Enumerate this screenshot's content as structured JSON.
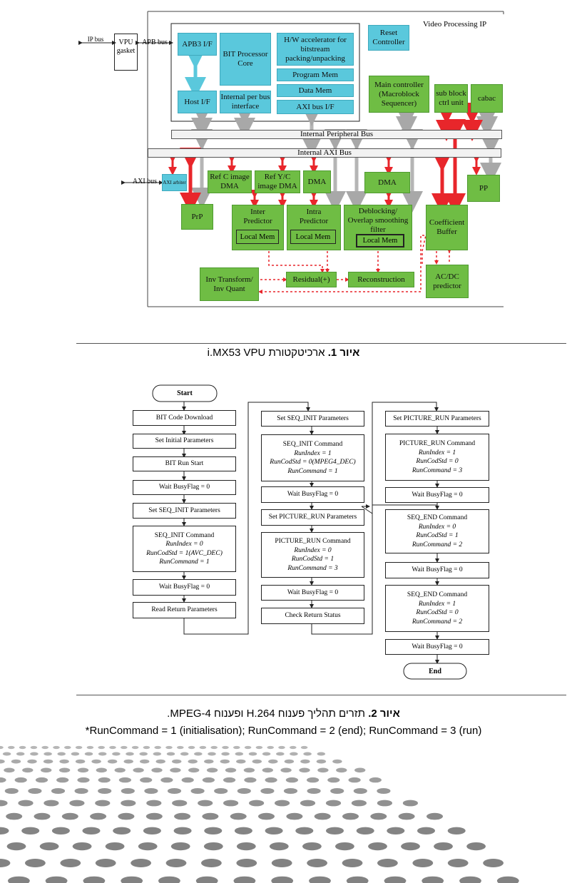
{
  "figure1": {
    "ip_title": "Video Processing IP",
    "left_labels": {
      "ip_bus": "IP bus",
      "apb_bus": "APB bus",
      "vpu_gasket": "VPU gasket",
      "axi_bus": "AXI bus",
      "axi_arbiter": "AXI arbiter"
    },
    "bit_blocks": {
      "apb3": "APB3 I/F",
      "bit_core": "BIT Processor Core",
      "hw_accel": "H/W accelerator for bitstream packing/unpacking",
      "program_mem": "Program Mem",
      "data_mem": "Data Mem",
      "axi_if": "AXI bus I/F",
      "host_if": "Host I/F",
      "internal_per": "Internal per bus interface"
    },
    "reset_controller": "Reset Controller",
    "main_controller": "Main controller (Macroblock Sequencer)",
    "sub_block": "sub block ctrl unit",
    "cabac": "cabac",
    "internal_peripheral_bus": "Internal Peripheral Bus",
    "internal_axi_bus": "Internal AXI Bus",
    "ref_c": "Ref C image DMA",
    "ref_yc": "Ref Y/C image DMA",
    "dma1": "DMA",
    "dma2": "DMA",
    "pp": "PP",
    "prp": "PrP",
    "inter_predictor": "Inter Predictor",
    "intra_predictor": "Intra Predictor",
    "deblocking": "Deblocking/ Overlap smoothing filter",
    "coefficient_buffer": "Coefficient Buffer",
    "local_mem": "Local Mem",
    "inv_transform": "Inv Transform/ Inv Quant",
    "residual": "Residual(+)",
    "reconstruction": "Reconstruction",
    "acdc": "AC/DC predictor"
  },
  "caption1": {
    "bold": "איור 1.",
    "text": " ארכיטקטורת i.MX53 VPU"
  },
  "figure2": {
    "start": "Start",
    "end": "End",
    "col1": {
      "bit_code": "BIT Code Download",
      "set_initial": "Set Initial Parameters",
      "bit_run": "BIT Run Start",
      "wait1": "Wait BusyFlag = 0",
      "set_seq": "Set SEQ_INIT Parameters",
      "seq_cmd": {
        "title": "SEQ_INIT Command",
        "l1": "RunIndex = 0",
        "l2": "RunCodStd = 1(AVC_DEC)",
        "l3": "RunCommand = 1"
      },
      "wait2": "Wait BusyFlag = 0",
      "read_return": "Read Return Parameters"
    },
    "col2": {
      "set_seq": "Set SEQ_INIT Parameters",
      "seq_cmd": {
        "title": "SEQ_INIT Command",
        "l1": "RunIndex = 1",
        "l2": "RunCodStd = 0(MPEG4_DEC)",
        "l3": "RunCommand = 1"
      },
      "wait1": "Wait BusyFlag = 0",
      "set_pic": "Set PICTURE_RUN Parameters",
      "pic_cmd": {
        "title": "PICTURE_RUN Command",
        "l1": "RunIndex = 0",
        "l2": "RunCodStd = 1",
        "l3": "RunCommand = 3"
      },
      "wait2": "Wait BusyFlag = 0",
      "check": "Check Return Status"
    },
    "col3": {
      "set_pic": "Set PICTURE_RUN Parameters",
      "pic_cmd": {
        "title": "PICTURE_RUN Command",
        "l1": "RunIndex = 1",
        "l2": "RunCodStd = 0",
        "l3": "RunCommand = 3"
      },
      "wait1": "Wait BusyFlag = 0",
      "seq_end1": {
        "title": "SEQ_END Command",
        "l1": "RunIndex = 0",
        "l2": "RunCodStd = 1",
        "l3": "RunCommand = 2"
      },
      "wait2": "Wait BusyFlag = 0",
      "seq_end2": {
        "title": "SEQ_END Command",
        "l1": "RunIndex = 1",
        "l2": "RunCodStd = 0",
        "l3": "RunCommand = 2"
      },
      "wait3": "Wait BusyFlag = 0"
    }
  },
  "caption2": {
    "bold": "איור 2.",
    "text": " תזרים תהליך פענוח H.264 ופענוח MPEG-4.",
    "note": "*RunCommand = 1 (initialisation); RunCommand = 2 (end); RunCommand = 3 (run)"
  },
  "colors": {
    "green": "#6fbd44",
    "cyan": "#5ac8dc",
    "red": "#e8262b",
    "grey_arrow": "#b5b5b5"
  }
}
